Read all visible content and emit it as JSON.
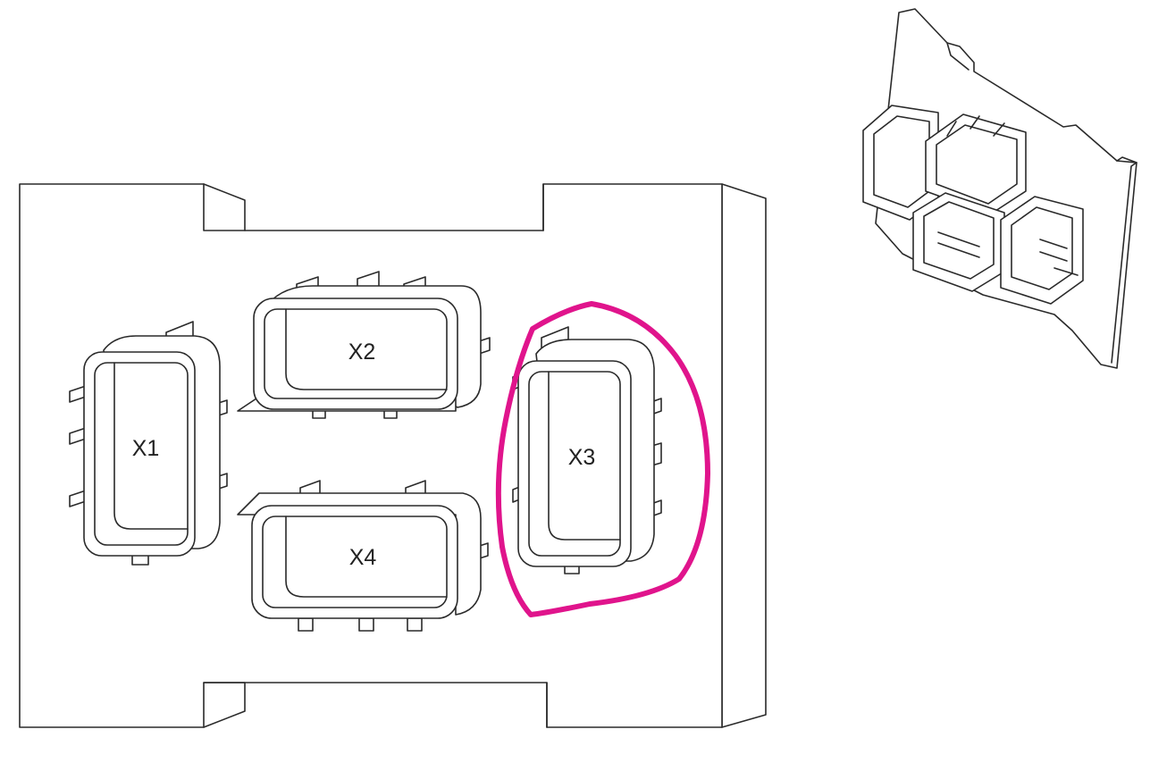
{
  "diagram": {
    "connectors": [
      {
        "id": "x1",
        "label": "X1"
      },
      {
        "id": "x2",
        "label": "X2"
      },
      {
        "id": "x3",
        "label": "X3"
      },
      {
        "id": "x4",
        "label": "X4"
      }
    ],
    "highlight": {
      "target": "X3",
      "color": "#e0148c"
    },
    "colors": {
      "line": "#2a2a2a",
      "background": "#ffffff"
    }
  }
}
